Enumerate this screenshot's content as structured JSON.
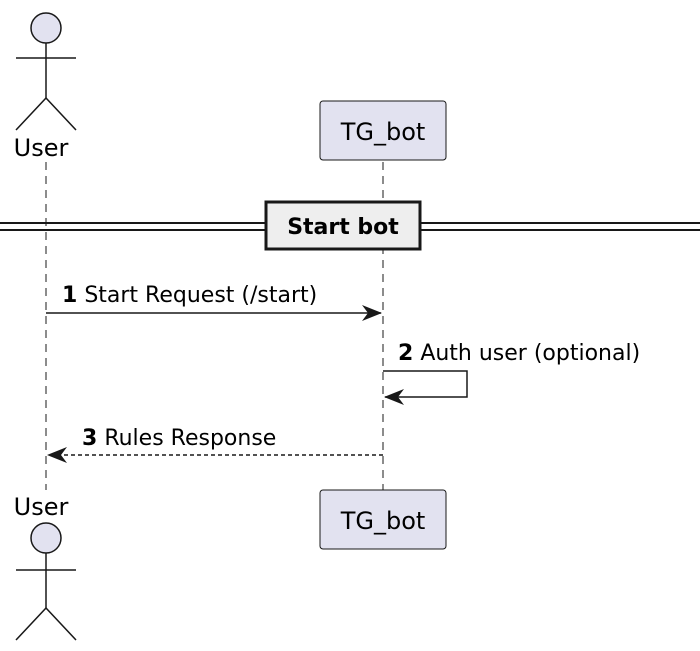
{
  "participants": {
    "user": {
      "label": "User",
      "kind": "actor"
    },
    "bot": {
      "label": "TG_bot",
      "kind": "participant"
    }
  },
  "divider": {
    "label": "Start bot"
  },
  "messages": [
    {
      "number": "1",
      "text": "Start Request (/start)",
      "from": "User",
      "to": "TG_bot",
      "style": "solid"
    },
    {
      "number": "2",
      "text": "Auth user (optional)",
      "from": "TG_bot",
      "to": "TG_bot",
      "style": "solid"
    },
    {
      "number": "3",
      "text": "Rules Response",
      "from": "TG_bot",
      "to": "User",
      "style": "dashed"
    }
  ],
  "colors": {
    "participant_fill": "#E2E2F0",
    "participant_border": "#181818",
    "line": "#181818"
  }
}
